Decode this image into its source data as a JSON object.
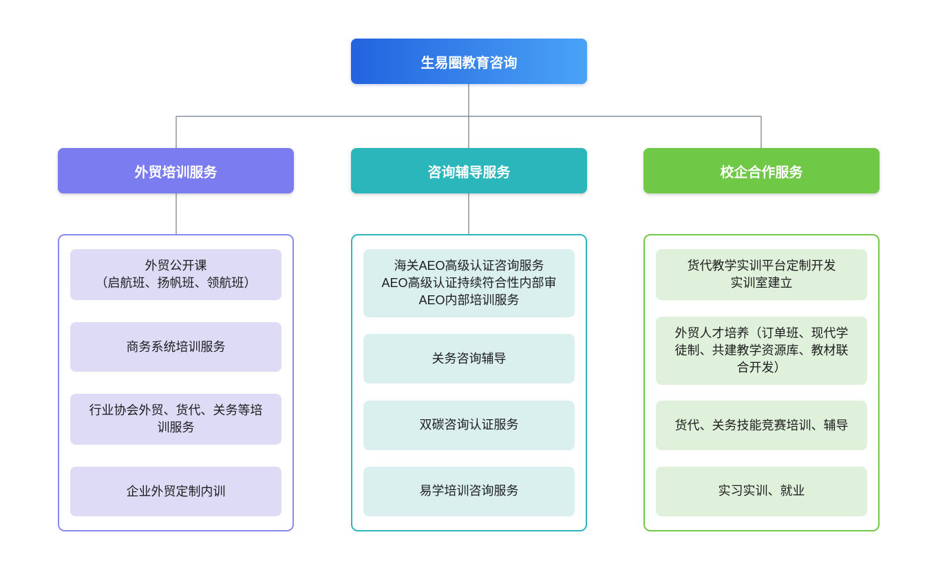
{
  "root": {
    "label": "生易圈教育咨询",
    "gradient_start": "#2363de",
    "gradient_end": "#4aa3f7"
  },
  "connector_color": "#8b9299",
  "branches": [
    {
      "label": "外贸培训服务",
      "header_color": "#7a7cf0",
      "border_color": "#8789f0",
      "item_bg": "#dedbf6",
      "items": [
        "外贸公开课\n（启航班、扬帆班、领航班）",
        "商务系统培训服务",
        "行业协会外贸、货代、关务等培训服务",
        "企业外贸定制内训"
      ]
    },
    {
      "label": "咨询辅导服务",
      "header_color": "#2ab6bb",
      "border_color": "#2ab6bb",
      "item_bg": "#daf0ef",
      "items": [
        "海关AEO高级认证咨询服务\nAEO高级认证持续符合性内部审\nAEO内部培训服务",
        "关务咨询辅导",
        "双碳咨询认证服务",
        "易学培训咨询服务"
      ]
    },
    {
      "label": "校企合作服务",
      "header_color": "#6fc846",
      "border_color": "#6fc846",
      "item_bg": "#dff1da",
      "items": [
        "货代教学实训平台定制开发\n实训室建立",
        "外贸人才培养（订单班、现代学徒制、共建教学资源库、教材联合开发）",
        "货代、关务技能竞赛培训、辅导",
        "实习实训、就业"
      ]
    }
  ]
}
